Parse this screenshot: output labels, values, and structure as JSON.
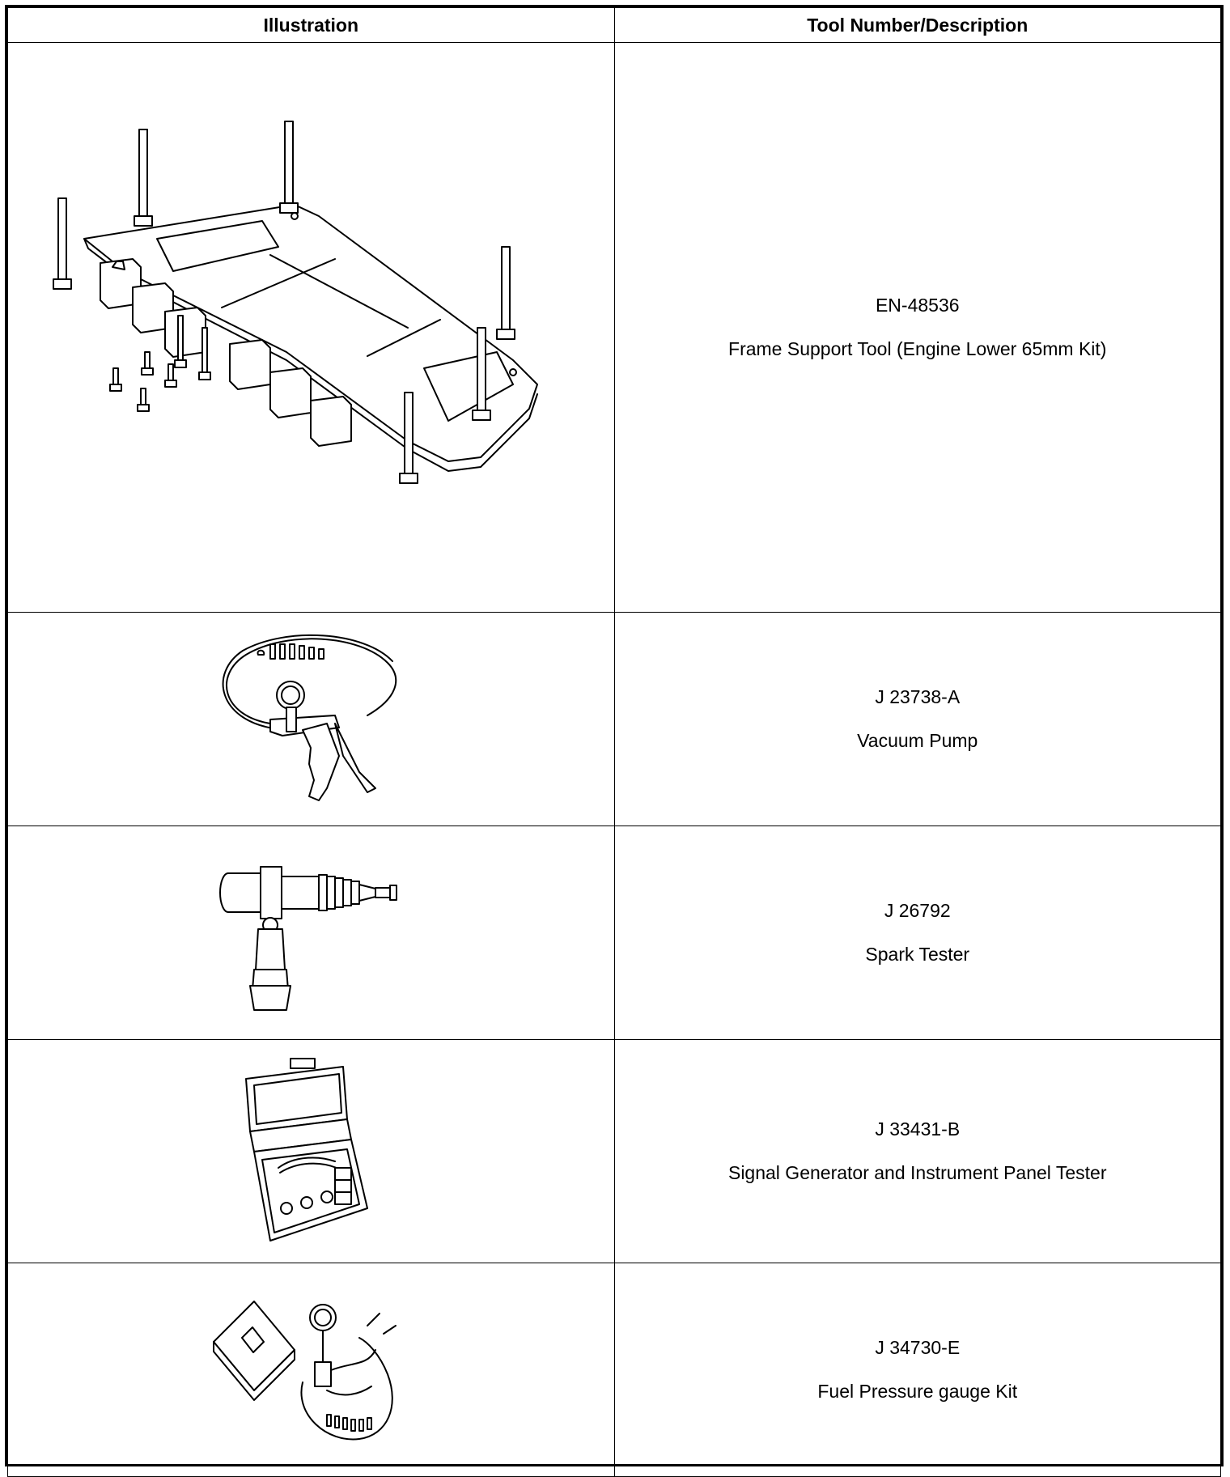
{
  "table": {
    "headers": {
      "illustration": "Illustration",
      "tool": "Tool Number/Description"
    },
    "rows": [
      {
        "number": "EN-48536",
        "description": "Frame Support Tool (Engine Lower 65mm Kit)",
        "icon": "frame-support-tool-illustration"
      },
      {
        "number": "J 23738-A",
        "description": "Vacuum Pump",
        "icon": "vacuum-pump-illustration"
      },
      {
        "number": "J 26792",
        "description": "Spark Tester",
        "icon": "spark-tester-illustration"
      },
      {
        "number": "J 33431-B",
        "description": "Signal Generator and Instrument Panel Tester",
        "icon": "signal-generator-illustration"
      },
      {
        "number": "J 34730-E",
        "description": "Fuel Pressure gauge Kit",
        "icon": "fuel-pressure-gauge-kit-illustration"
      }
    ]
  }
}
